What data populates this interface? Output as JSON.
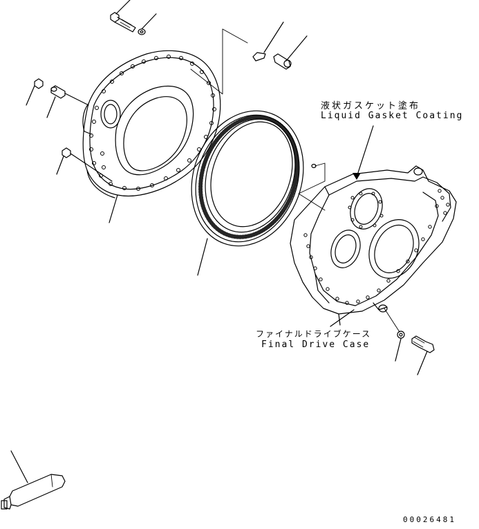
{
  "labels": {
    "gasket_jp": "液状ガスケット塗布",
    "gasket_en": "Liquid Gasket Coating",
    "case_jp": "ファイナルドライブケース",
    "case_en": "Final Drive Case",
    "drawing_code": "00026481"
  },
  "colors": {
    "line": "#000000",
    "background": "#ffffff"
  }
}
